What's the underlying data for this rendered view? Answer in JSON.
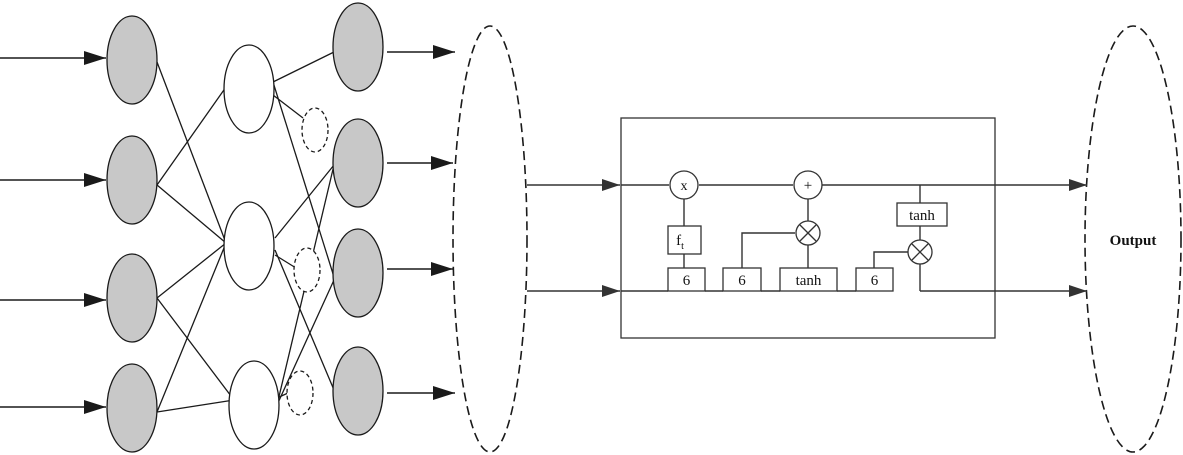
{
  "cell": {
    "multiply_symbol": "x",
    "add_symbol": "+",
    "forget_gate": "f",
    "forget_gate_sub": "t",
    "box_6_a": "6",
    "box_6_b": "6",
    "box_tanh_mid": "tanh",
    "box_6_c": "6",
    "box_tanh_top": "tanh"
  },
  "output_label": "Output",
  "colors": {
    "stroke": "#1a1a1a",
    "gray_node": "#c8c8c8",
    "white_node": "#ffffff"
  }
}
